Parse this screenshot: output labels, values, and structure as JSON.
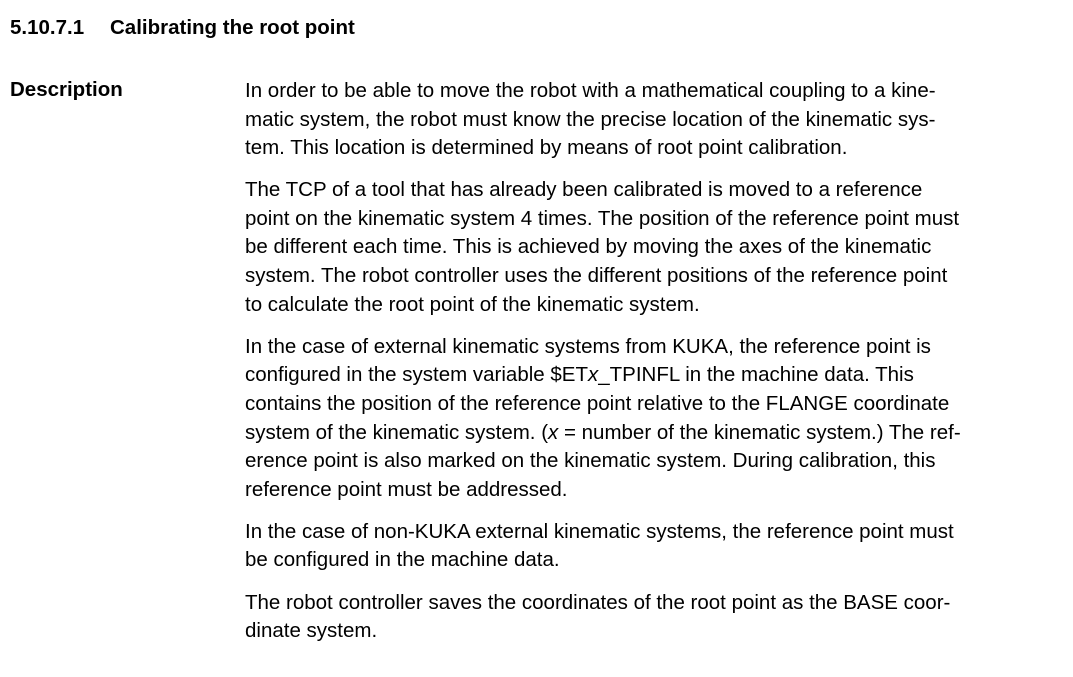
{
  "section": {
    "number": "5.10.7.1",
    "title": "Calibrating the root point"
  },
  "label": "Description",
  "paragraphs": [
    {
      "lines": [
        "In order to be able to move the robot with a mathematical coupling to a kine-",
        "matic system, the robot must know the precise location of the kinematic sys-",
        "tem. This location is determined by means of root point calibration."
      ]
    },
    {
      "lines": [
        "The TCP of a tool that has already been calibrated is moved to a reference",
        "point on the kinematic system 4 times. The position of the reference point must",
        "be different each time. This is achieved by moving the axes of the kinematic",
        "system. The robot controller uses the different positions of the reference point",
        "to calculate the root point of the kinematic system."
      ]
    },
    {
      "lines": [
        "In the case of external kinematic systems from KUKA, the reference point is",
        {
          "pre": "configured in the system variable $ET",
          "it": "x",
          "post": "_TPINFL in the machine data. This"
        },
        "contains the position of the reference point relative to the FLANGE coordinate",
        {
          "pre": "system of the kinematic system. (",
          "it": "x",
          "post": " = number of the kinematic system.) The ref-"
        },
        "erence point is also marked on the kinematic system. During calibration, this",
        "reference point must be addressed."
      ]
    },
    {
      "lines": [
        "In the case of non-KUKA external kinematic systems, the reference point must",
        "be configured in the machine data."
      ]
    },
    {
      "lines": [
        "The robot controller saves the coordinates of the root point as the BASE coor-",
        "dinate system."
      ]
    }
  ]
}
